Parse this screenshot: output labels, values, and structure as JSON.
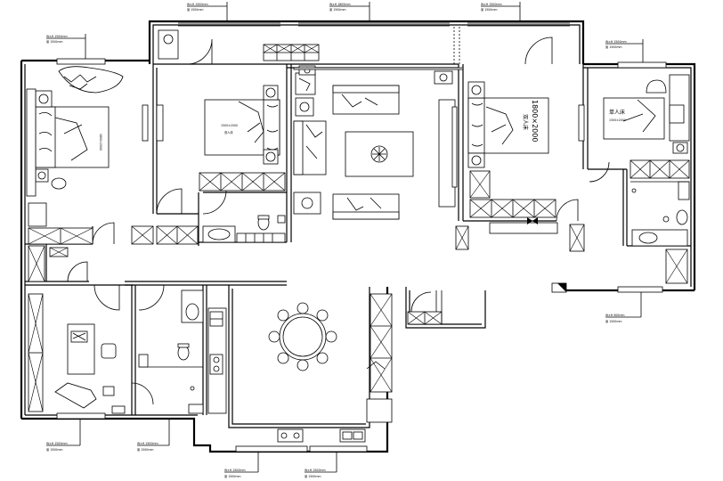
{
  "labels": {
    "bed_right_size": "1800×2000",
    "bed_right_sub": "双人床",
    "bed_far_right_size": "1500×2000",
    "bed_far_right_title": "单人床",
    "bed_mid_text": "1500×2000",
    "bed_mid_sub": "双人床",
    "bed_master_text": "1800×2000"
  },
  "dimensions": {
    "top_1_a": "W×H  1500mm",
    "top_1_b": "窗  1500mm",
    "top_2_a": "W×H  1800mm",
    "top_2_b": "窗  1500mm",
    "top_3_a": "W×H  1500mm",
    "top_3_b": "窗  1500mm",
    "left_a": "W×H  1500mm",
    "left_b": "窗  1500mm",
    "right_top_a": "W×H  1500mm",
    "right_top_b": "窗  1500mm",
    "right_mid_a": "W×H  900mm",
    "right_mid_b": "窗  1500mm",
    "bottom_1_a": "W×H  1500mm",
    "bottom_1_b": "窗  1500mm",
    "bottom_2_a": "W×H  1500mm",
    "bottom_2_b": "窗  1500mm",
    "bottom_3_a": "W×H  1500mm",
    "bottom_3_b": "窗  1500mm",
    "bottom_4_a": "W×H  1500mm",
    "bottom_4_b": "窗  1500mm"
  }
}
